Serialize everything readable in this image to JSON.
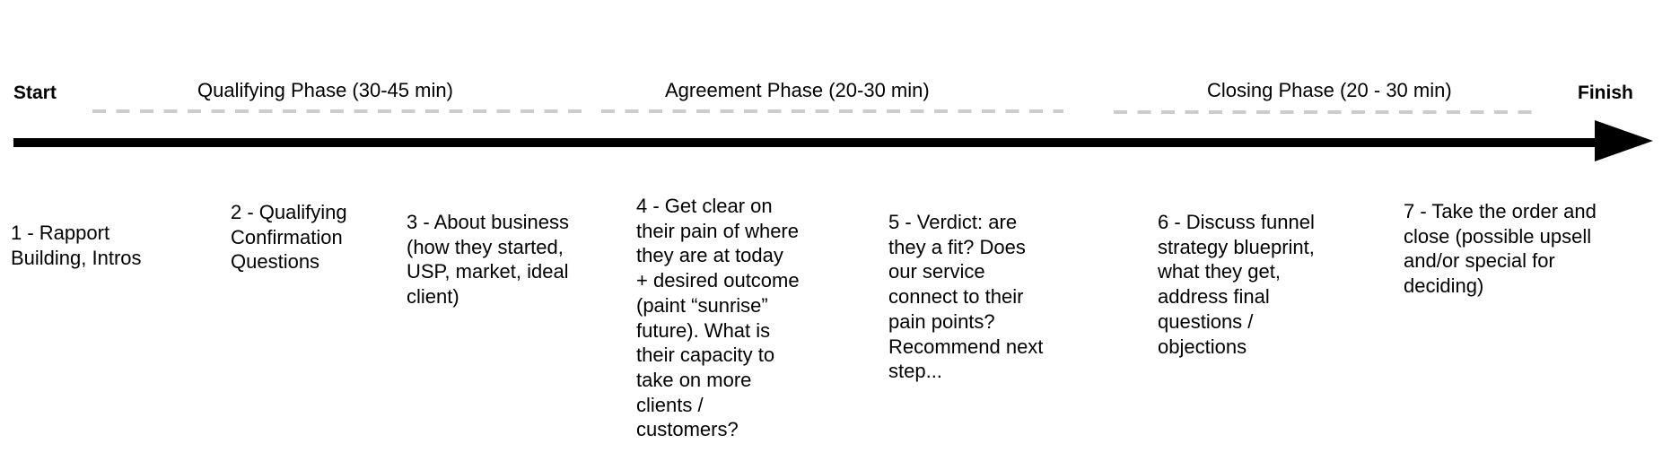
{
  "timeline": {
    "start_label": "Start",
    "finish_label": "Finish",
    "arrow_color": "#000000",
    "dash_color": "#cccccc"
  },
  "phases": [
    {
      "label": "Qualifying Phase (30-45 min)"
    },
    {
      "label": "Agreement Phase (20-30 min)"
    },
    {
      "label": "Closing Phase (20 - 30 min)"
    }
  ],
  "steps": [
    {
      "text": "1 - Rapport\nBuilding, Intros"
    },
    {
      "text": "2 - Qualifying\nConfirmation\nQuestions"
    },
    {
      "text": "3 - About business\n(how they started,\nUSP, market, ideal\nclient)"
    },
    {
      "text": "4 - Get clear on\ntheir pain of where\nthey are at today\n+ desired outcome\n(paint “sunrise”\nfuture). What is\ntheir capacity to\ntake on more\nclients /\ncustomers?"
    },
    {
      "text": "5 - Verdict: are\nthey a fit? Does\nour service\nconnect to their\npain points?\nRecommend next\nstep..."
    },
    {
      "text": "6 - Discuss funnel\nstrategy blueprint,\nwhat they get,\naddress final\nquestions /\nobjections"
    },
    {
      "text": "7 - Take the order and\nclose (possible upsell\nand/or special for\ndeciding)"
    }
  ]
}
